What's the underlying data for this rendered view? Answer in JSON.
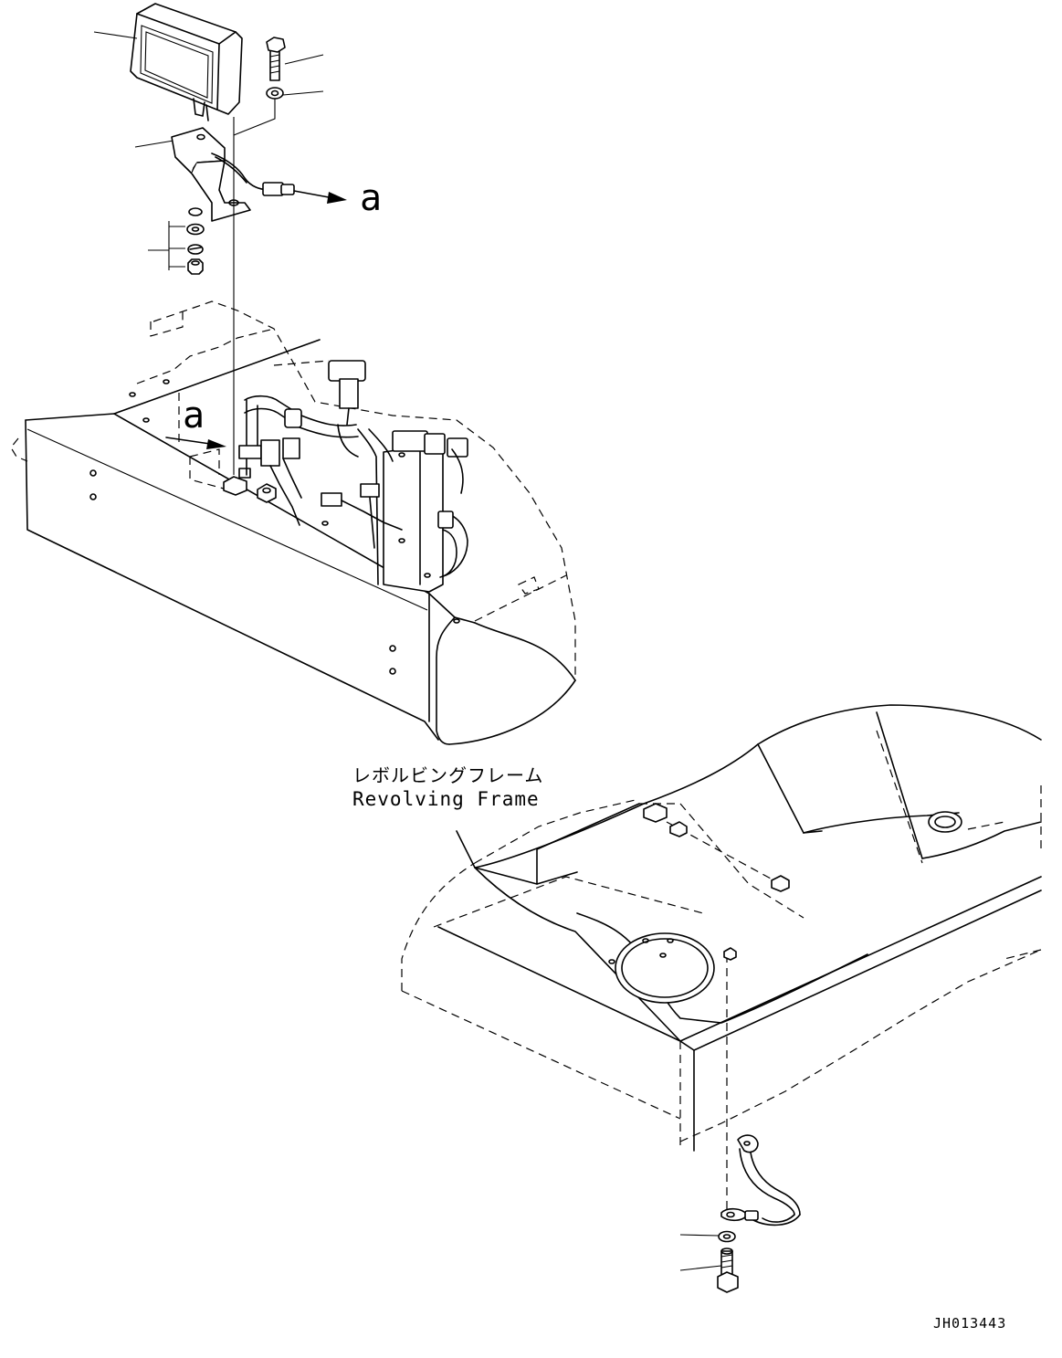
{
  "frame_label": {
    "japanese": "レボルビングフレーム",
    "english": "Revolving Frame"
  },
  "connection_marker": "a",
  "drawing_number": "JH013443",
  "parts": [
    {
      "name": "work-lamp"
    },
    {
      "name": "bolt"
    },
    {
      "name": "washer"
    },
    {
      "name": "bracket"
    },
    {
      "name": "washer-lockwasher-nut-set"
    },
    {
      "name": "ground-washer"
    },
    {
      "name": "ground-bolt"
    }
  ]
}
